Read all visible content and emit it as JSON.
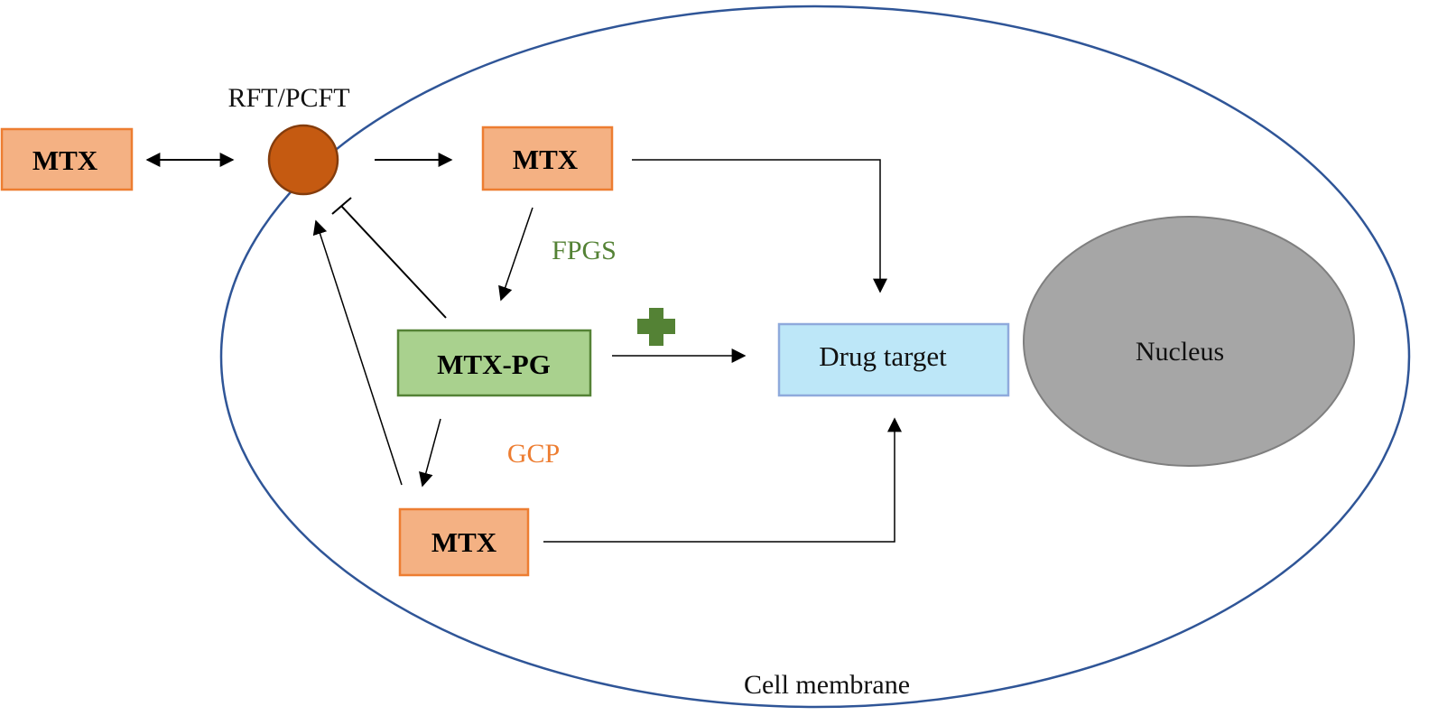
{
  "diagram": {
    "transporter_label": "RFT/PCFT",
    "nodes": {
      "mtx_outside": "MTX",
      "mtx_inside": "MTX",
      "mtx_pg": "MTX-PG",
      "mtx_recycled": "MTX",
      "drug_target": "Drug target",
      "nucleus": "Nucleus"
    },
    "enzymes": {
      "fpgs": "FPGS",
      "gcp": "GCP"
    },
    "membrane_label": "Cell membrane",
    "colors": {
      "mtx_fill": "#F4B183",
      "mtx_border": "#ED7D31",
      "mtx_pg_fill": "#A9D18E",
      "mtx_pg_border": "#548235",
      "drug_target_fill": "#BDE7F8",
      "drug_target_border": "#8FAADC",
      "nucleus_fill": "#A6A6A6",
      "nucleus_border": "#7F7F7F",
      "transporter_fill": "#C55A11",
      "transporter_border": "#843C0C",
      "membrane": "#2F5597",
      "fpgs_text": "#548235",
      "gcp_text": "#ED7D31",
      "plus": "#548235"
    }
  }
}
